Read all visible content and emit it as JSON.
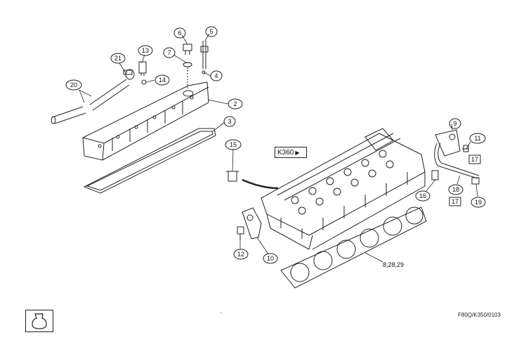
{
  "reference": {
    "label": "K360",
    "arrow": "▶"
  },
  "footer_code": "F80Q/K350/0103",
  "tick": "-",
  "callouts": [
    {
      "id": "c1",
      "text": "2"
    },
    {
      "id": "c2",
      "text": "3"
    },
    {
      "id": "c3",
      "text": "4"
    },
    {
      "id": "c4",
      "text": "5"
    },
    {
      "id": "c5",
      "text": "6"
    },
    {
      "id": "c6",
      "text": "7"
    },
    {
      "id": "c7",
      "text": "13"
    },
    {
      "id": "c8",
      "text": "14"
    },
    {
      "id": "c9",
      "text": "20"
    },
    {
      "id": "c10",
      "text": "21"
    },
    {
      "id": "c11",
      "text": "15"
    },
    {
      "id": "c12",
      "text": "9"
    },
    {
      "id": "c13",
      "text": "11"
    },
    {
      "id": "c14",
      "text": "16"
    },
    {
      "id": "c15",
      "text": "18"
    },
    {
      "id": "c16",
      "text": "19"
    },
    {
      "id": "c17",
      "text": "12"
    },
    {
      "id": "c18",
      "text": "10"
    }
  ],
  "box_labels": [
    {
      "id": "b1",
      "text": "17"
    },
    {
      "id": "b2",
      "text": "17"
    }
  ],
  "plain_labels": [
    {
      "id": "p1",
      "text": "8,28,29"
    }
  ],
  "icons": {
    "footer_symbol": "engine-shape-icon"
  }
}
